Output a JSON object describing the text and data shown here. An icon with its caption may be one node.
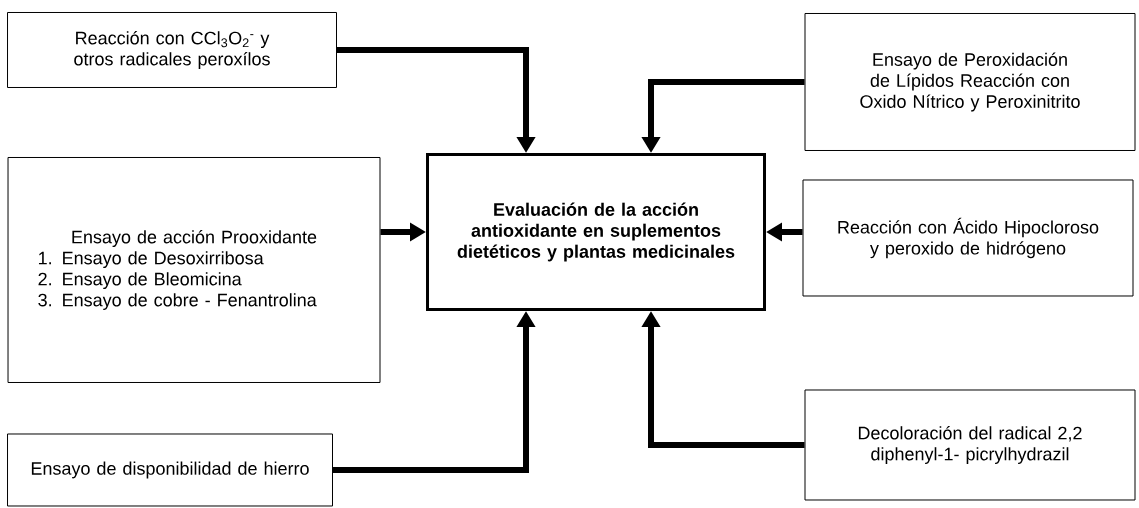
{
  "diagram": {
    "nodes": [
      {
        "text": [
          "Reacción con CCl$_{3}$O$_{2}$$^{-}$ y otros radicales peroxílos"
        ]
      },
      {
        "text": [
          "Ensayo de Peroxidación de Lípidos Reacción con Oxido Nítrico y Peroxinitrito"
        ]
      },
      {
        "text": [
          "Ensayo de acción Prooxidante",
          "1. Ensayo de Desoxirribosa",
          "2. Ensayo de Bleomicina",
          "3. Ensayo de cobre - Fenantrolina"
        ]
      },
      {
        "text": [
          "Evaluación de la acción antioxidante en suplementos dietéticos y plantas medicinales"
        ]
      },
      {
        "text": [
          "Reacción con Ácido Hipocloroso y peroxido de hidrógeno"
        ]
      },
      {
        "text": [
          "Ensayo de disponibilidad de hierro"
        ]
      },
      {
        "text": [
          "Decoloración del radical 2,2 diphenyl-1- picrylhydrazil"
        ]
      }
    ],
    "edges": [
      {
        "from": 0,
        "to": 3,
        "arrow": "to"
      },
      {
        "from": 1,
        "to": 3,
        "arrow": "to"
      },
      {
        "from": 2,
        "to": 3,
        "arrow": "to"
      },
      {
        "from": 4,
        "to": 3,
        "arrow": "to"
      },
      {
        "from": 5,
        "to": 3,
        "arrow": "to"
      },
      {
        "from": 6,
        "to": 3,
        "arrow": "to"
      }
    ]
  }
}
